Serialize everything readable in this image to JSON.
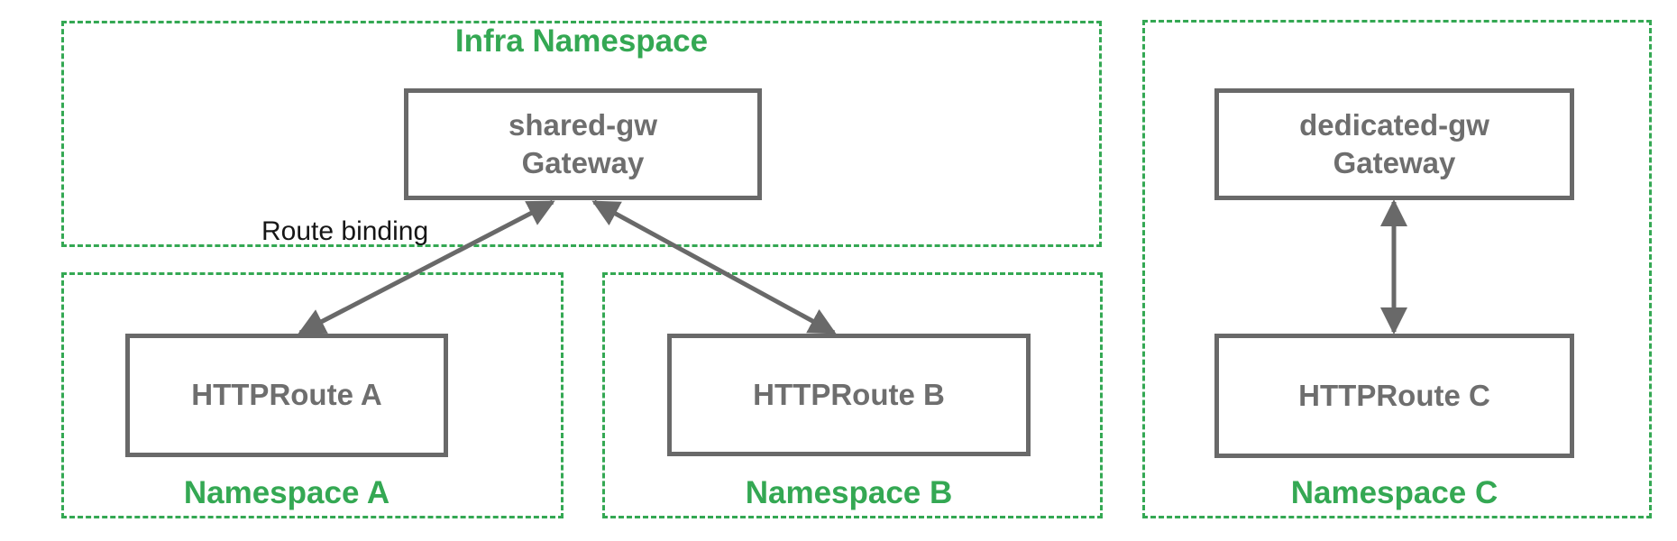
{
  "colors": {
    "namespace_green": "#34A853",
    "node_gray": "#6e6e6e",
    "edge_label_black": "#161616"
  },
  "namespaces": [
    {
      "id": "infra",
      "label": "Infra Namespace"
    },
    {
      "id": "a",
      "label": "Namespace A"
    },
    {
      "id": "b",
      "label": "Namespace B"
    },
    {
      "id": "c",
      "label": "Namespace C"
    }
  ],
  "nodes": [
    {
      "id": "shared-gw",
      "line1": "shared-gw",
      "line2": "Gateway",
      "namespace": "Infra Namespace"
    },
    {
      "id": "httproute-a",
      "line1": "HTTPRoute A",
      "namespace": "Namespace A"
    },
    {
      "id": "httproute-b",
      "line1": "HTTPRoute B",
      "namespace": "Namespace B"
    },
    {
      "id": "dedicated-gw",
      "line1": "dedicated-gw",
      "line2": "Gateway",
      "namespace": "Namespace C"
    },
    {
      "id": "httproute-c",
      "line1": "HTTPRoute C",
      "namespace": "Namespace C"
    }
  ],
  "edges": [
    {
      "from": "HTTPRoute A",
      "to": "shared-gw Gateway",
      "label": "Route binding",
      "bidirectional": true
    },
    {
      "from": "HTTPRoute B",
      "to": "shared-gw Gateway",
      "label": "",
      "bidirectional": true
    },
    {
      "from": "HTTPRoute C",
      "to": "dedicated-gw Gateway",
      "label": "",
      "bidirectional": true
    }
  ]
}
